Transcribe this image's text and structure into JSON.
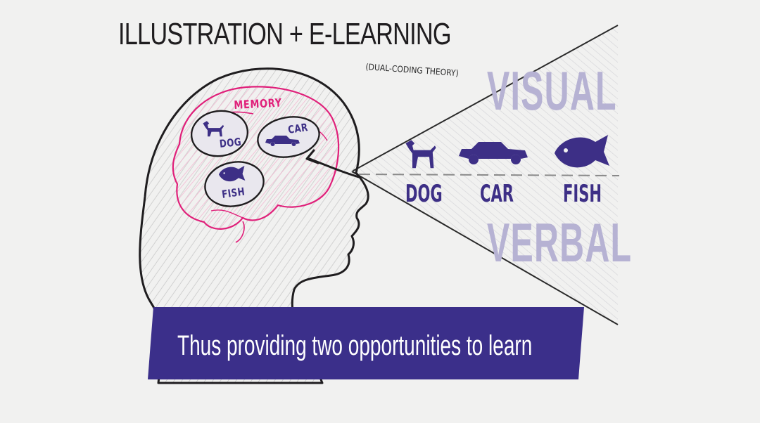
{
  "title": "ILLUSTRATION + E-LEARNING",
  "subtitle": "(DUAL-CODING THEORY)",
  "memory_label": "MEMORY",
  "memory_items": [
    {
      "label": "DOG",
      "icon": "dog-icon"
    },
    {
      "label": "CAR",
      "icon": "car-icon"
    },
    {
      "label": "FISH",
      "icon": "fish-icon"
    }
  ],
  "channel_labels": {
    "visual": "VISUAL",
    "verbal": "VERBAL"
  },
  "visual_items": [
    {
      "label": "DOG",
      "icon": "dog-icon"
    },
    {
      "label": "CAR",
      "icon": "car-icon"
    },
    {
      "label": "FISH",
      "icon": "fish-icon"
    }
  ],
  "banner": "Thus providing two opportunities to learn",
  "colors": {
    "accent": "#3d2f86",
    "brain": "#e0207a",
    "channel_text": "#b6b2d3",
    "ink": "#1f1d1f"
  }
}
